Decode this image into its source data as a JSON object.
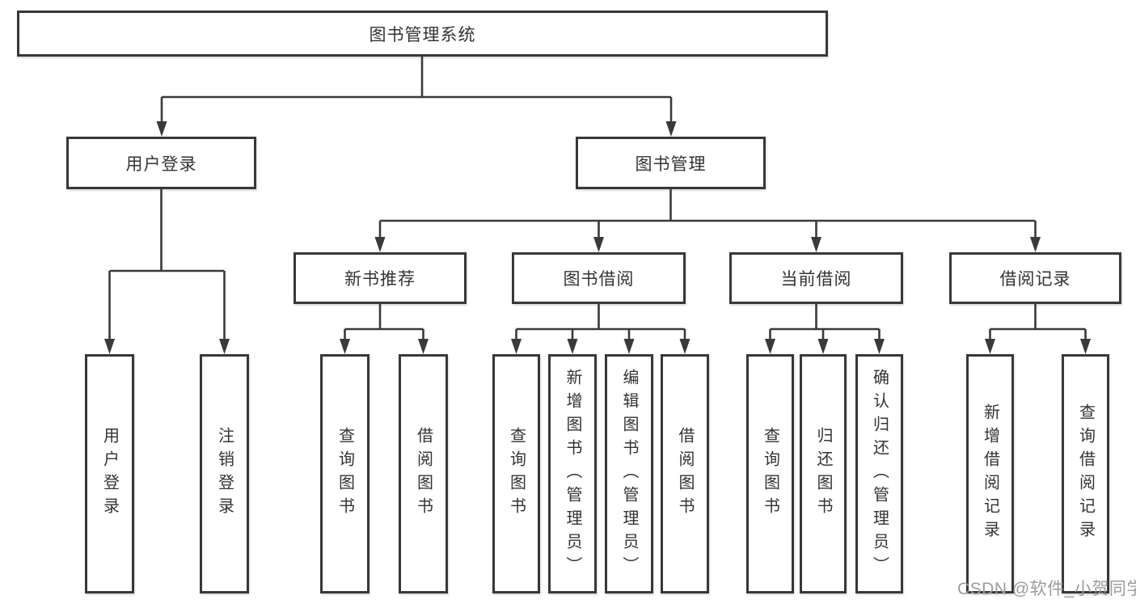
{
  "diagram": {
    "watermark": "CSDN @软件_小贺同学",
    "colors": {
      "line": "#3a3a3c",
      "box_border": "#38383a",
      "box_fill": "#ffffff",
      "text": "#333333",
      "watermark": "#9c9c9c",
      "background": "#ffffff"
    },
    "tree": {
      "label": "图书管理系统",
      "children": [
        {
          "label": "用户登录",
          "children": [
            {
              "label": "用户登录"
            },
            {
              "label": "注销登录"
            }
          ]
        },
        {
          "label": "图书管理",
          "children": [
            {
              "label": "新书推荐",
              "children": [
                {
                  "label": "查询图书"
                },
                {
                  "label": "借阅图书"
                }
              ]
            },
            {
              "label": "图书借阅",
              "children": [
                {
                  "label": "查询图书"
                },
                {
                  "label": "新增图书（管理员）"
                },
                {
                  "label": "编辑图书（管理员）"
                },
                {
                  "label": "借阅图书"
                }
              ]
            },
            {
              "label": "当前借阅",
              "children": [
                {
                  "label": "查询图书"
                },
                {
                  "label": "归还图书"
                },
                {
                  "label": "确认归还（管理员）"
                }
              ]
            },
            {
              "label": "借阅记录",
              "children": [
                {
                  "label": "新增借阅记录"
                },
                {
                  "label": "查询借阅记录"
                }
              ]
            }
          ]
        }
      ]
    }
  }
}
